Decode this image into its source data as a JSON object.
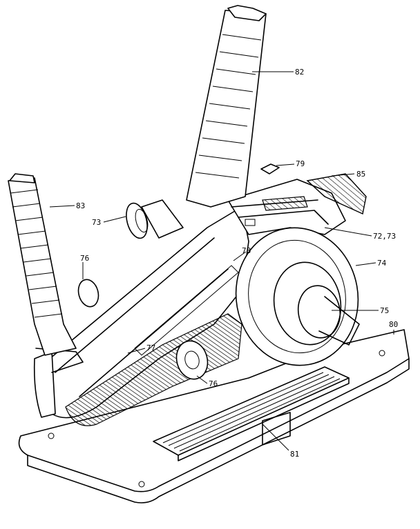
{
  "callouts": {
    "c82": "82",
    "c79": "79",
    "c85": "85",
    "c83": "83",
    "c73": "73",
    "c7273": "72,73",
    "c78": "78",
    "c74": "74",
    "c76a": "76",
    "c75": "75",
    "c80": "80",
    "c77": "77",
    "c76b": "76",
    "c81": "81"
  }
}
